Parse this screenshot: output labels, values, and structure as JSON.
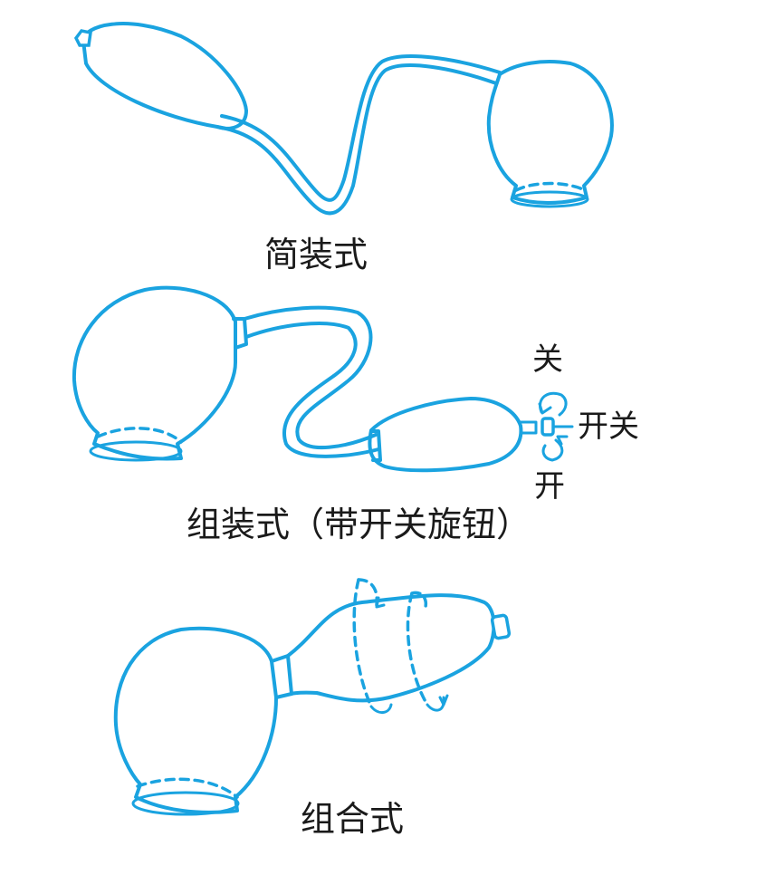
{
  "captions": {
    "simple": "简装式",
    "assembled": "组装式（带开关旋钮）",
    "combined": "组合式"
  },
  "switch_labels": {
    "close": "关",
    "switch": "开关",
    "open": "开"
  },
  "colors": {
    "line": "#1aa3e0",
    "text": "#1a1a1a"
  }
}
